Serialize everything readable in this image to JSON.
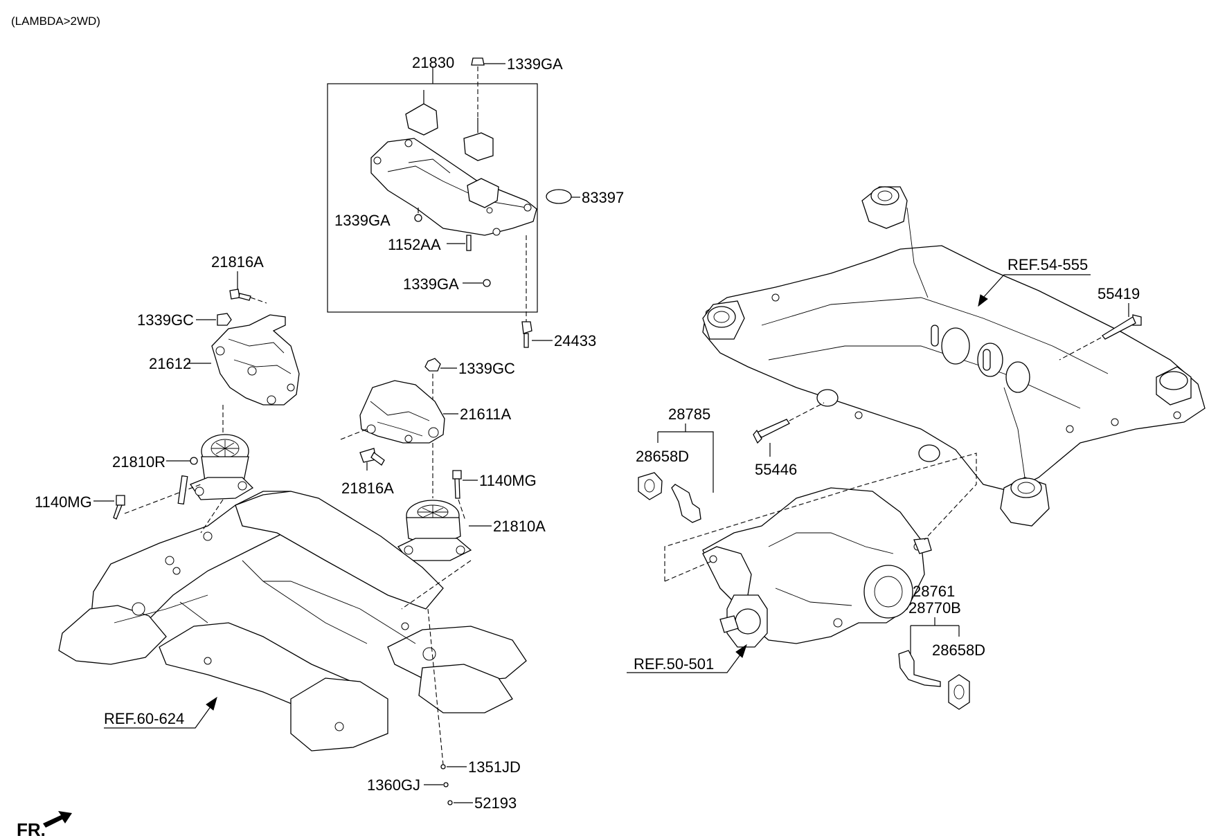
{
  "header": "(LAMBDA>2WD)",
  "front_marker": "FR.",
  "labels": {
    "p21830": "21830",
    "p1339GA_top": "1339GA",
    "p83397": "83397",
    "p1339GA_left": "1339GA",
    "p1152AA": "1152AA",
    "p1339GA_low": "1339GA",
    "p24433": "24433",
    "p21816A_top": "21816A",
    "p1339GC_left": "1339GC",
    "p21612": "21612",
    "p21810R": "21810R",
    "p1140MG_left": "1140MG",
    "p1339GC_mid": "1339GC",
    "p21611A": "21611A",
    "p21816A_mid": "21816A",
    "p1140MG_mid": "1140MG",
    "p21810A": "21810A",
    "ref60": "REF.60-624",
    "p1351JD": "1351JD",
    "p1360GJ": "1360GJ",
    "p52193": "52193",
    "ref54": "REF.54-555",
    "p55419": "55419",
    "p28785": "28785",
    "p28658D_left": "28658D",
    "p55446": "55446",
    "p28761": "28761",
    "p28770B": "28770B",
    "p28658D_right": "28658D",
    "ref50": "REF.50-501"
  }
}
